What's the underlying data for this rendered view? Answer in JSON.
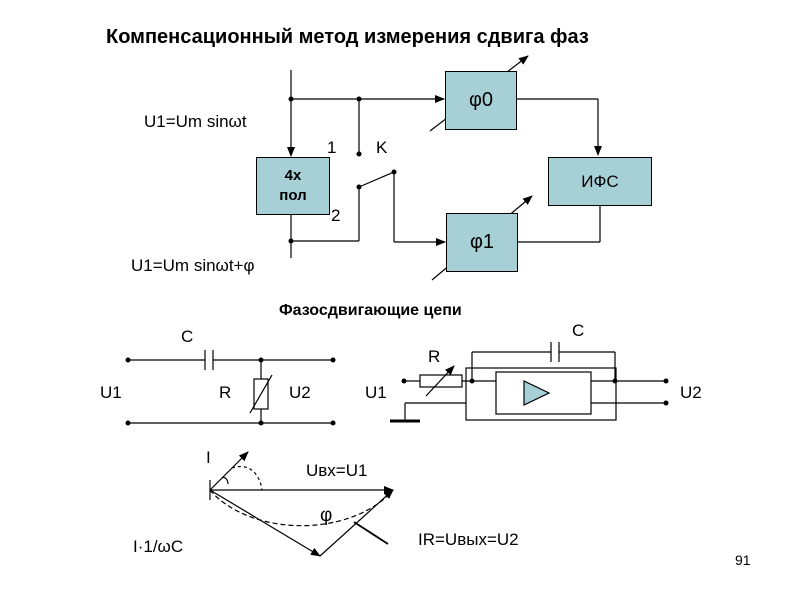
{
  "slide": {
    "title": "Компенсационный метод измерения сдвига фаз",
    "subtitle": "Фазосдвигающие цепи",
    "page_number": "91"
  },
  "block_diagram": {
    "input_signal": "U1=Um sinωt",
    "output_signal": "U1=Um sinωt+φ",
    "four_pole": {
      "line1": "4х",
      "line2": "пол"
    },
    "phi0": "φ0",
    "phi1": "φ1",
    "ifs": "ИФС",
    "switch_label": "K",
    "pos1": "1",
    "pos2": "2"
  },
  "rc_circuit": {
    "c": "C",
    "r": "R",
    "u1": "U1",
    "u2": "U2"
  },
  "amp_circuit": {
    "c": "C",
    "r": "R",
    "u1": "U1",
    "u2": "U2"
  },
  "vector_diagram": {
    "i": "I",
    "uin": "Uвх=U1",
    "phi": "φ",
    "ic": "I·1/ωC",
    "ir": "IR=Uвых=U2"
  },
  "colors": {
    "block_fill": "#a6cfd6",
    "line": "#000000",
    "background": "#ffffff"
  }
}
